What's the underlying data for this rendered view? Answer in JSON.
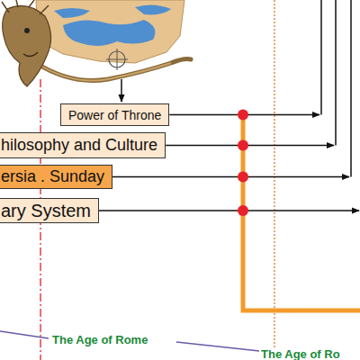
{
  "diagram": {
    "nodes": [
      {
        "text": [
          "Power of Throne"
        ]
      },
      {
        "text": [
          "hilosophy and Culture"
        ]
      },
      {
        "text": [
          "ersia . Sunday"
        ]
      },
      {
        "text": [
          "ary System"
        ]
      }
    ],
    "labels": [
      "The Age of Rome",
      "The Age of Ro"
    ]
  }
}
